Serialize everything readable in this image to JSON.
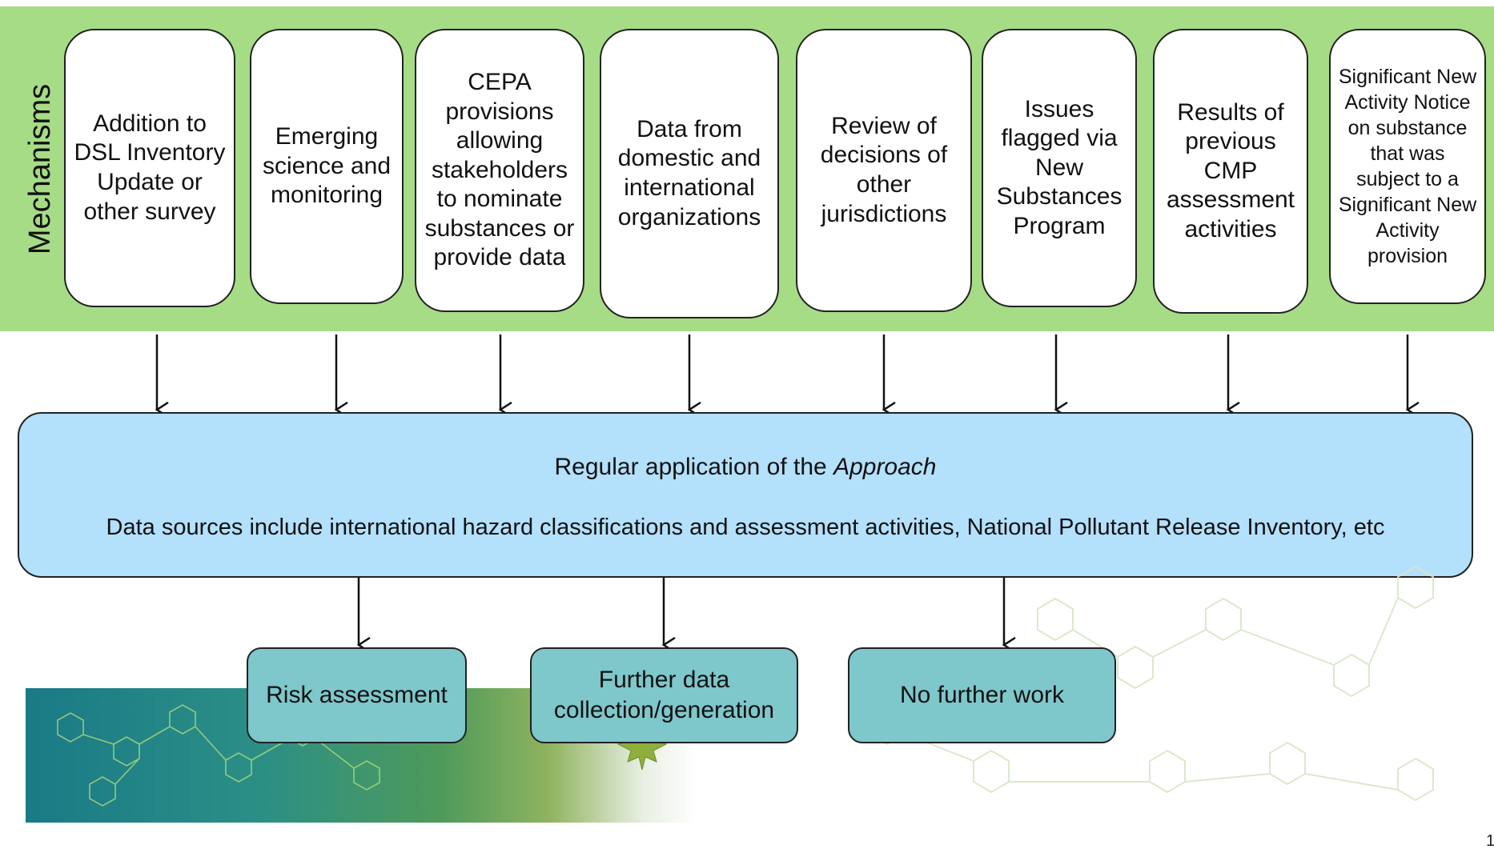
{
  "band": {
    "label": "Mechanisms",
    "color": "#a6dc86"
  },
  "mechanisms": [
    "Addition to DSL Inventory Update or other survey",
    "Emerging science and monitoring",
    "CEPA provisions allowing stakeholders to nominate substances or provide data",
    "Data from domestic and international organizations",
    "Review of decisions of other jurisdictions",
    "Issues flagged via New Substances Program",
    "Results of previous CMP assessment activities",
    "Significant New Activity Notice  on substance that was subject to a Significant New Activity provision"
  ],
  "approach": {
    "title_prefix": "Regular application of the ",
    "title_emphasis": "Approach",
    "data_sources": "Data sources include international hazard classifications and assessment activities, National Pollutant Release Inventory, etc",
    "color": "#b3e0fb"
  },
  "outcomes": [
    "Risk assessment",
    "Further data collection/generation",
    "No further work"
  ],
  "outcome_color": "#7ec7cb",
  "page_number": "1"
}
